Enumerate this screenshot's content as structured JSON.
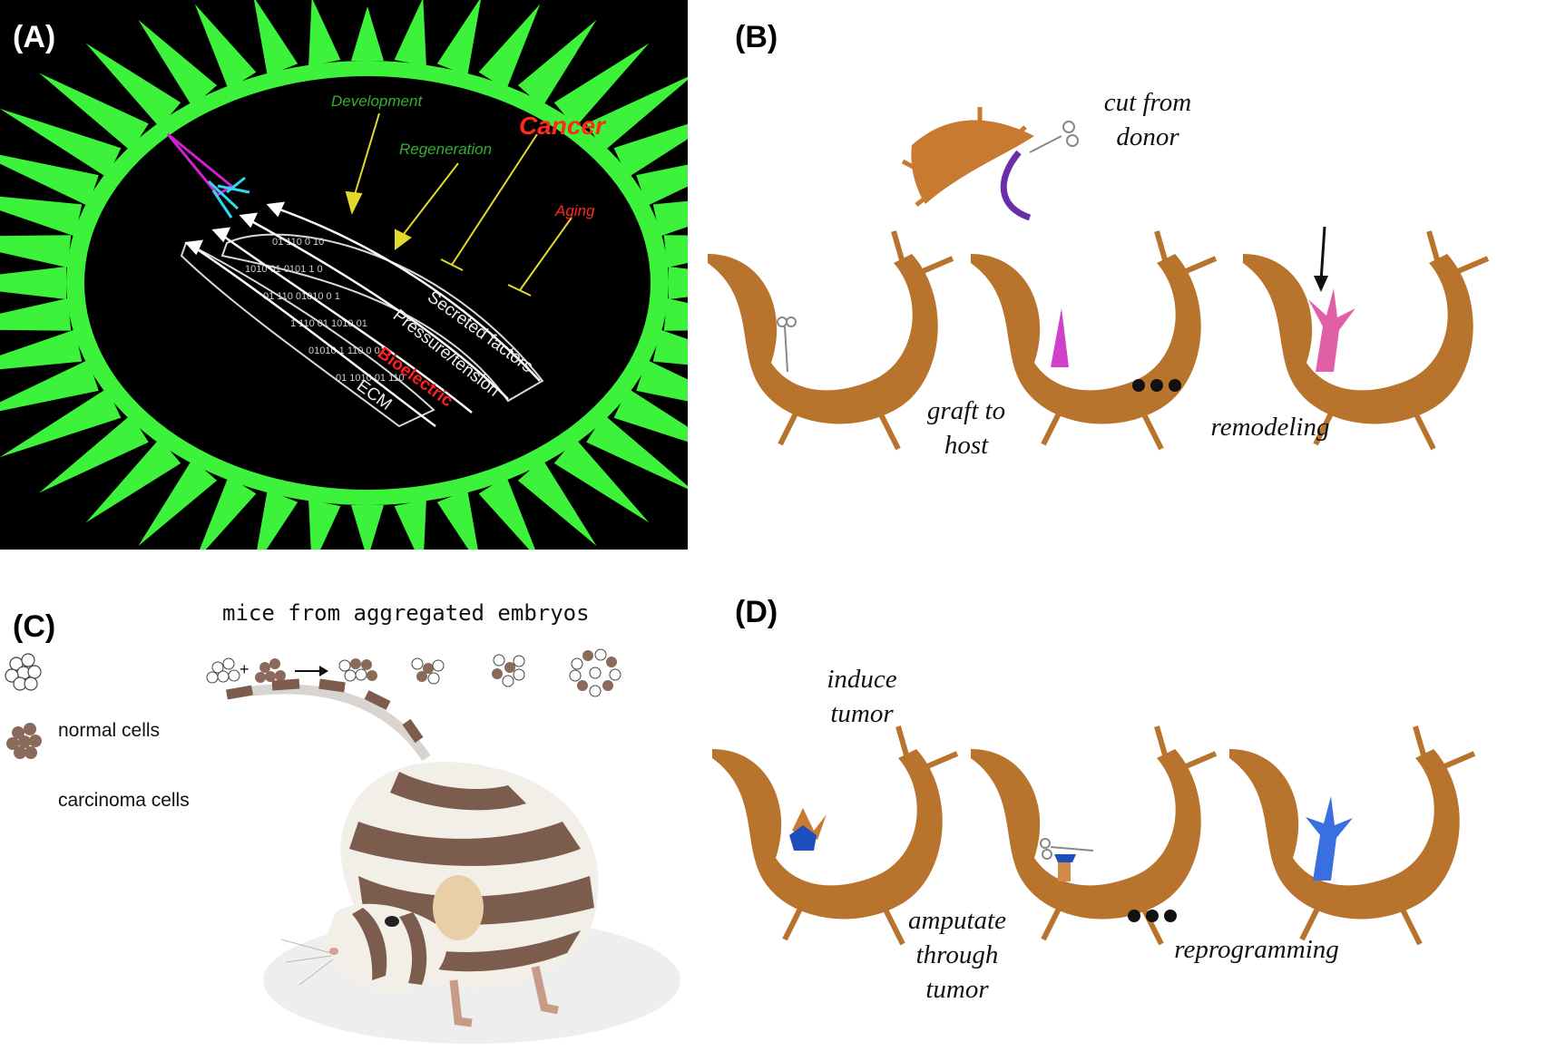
{
  "panels": {
    "a": {
      "label": "(A)",
      "terms": {
        "development": "Development",
        "regeneration": "Regeneration",
        "cancer": "Cancer",
        "aging": "Aging",
        "secreted": "Secreted factors",
        "pressure": "Pressure/tension",
        "bioelectric": "Bioelectric",
        "ecm": "ECM"
      },
      "colors": {
        "halo": "#3df23a",
        "inputs": "#ffffff",
        "bioelectric": "#ff2020",
        "cancer": "#ff2a1a",
        "arrows": "#e3d92a",
        "development": "#31b030"
      }
    },
    "b": {
      "label": "(B)",
      "cut_text": "cut from\ndonor",
      "graft_text": "graft to\nhost",
      "remodel_text": "remodeling"
    },
    "c": {
      "label": "(C)",
      "title": "mice from aggregated embryos",
      "normal": "normal cells",
      "carcinoma": "carcinoma cells"
    },
    "d": {
      "label": "(D)",
      "induce_text": "induce\ntumor",
      "amputate_text": "amputate\nthrough\ntumor",
      "reprog_text": "reprogramming"
    }
  }
}
